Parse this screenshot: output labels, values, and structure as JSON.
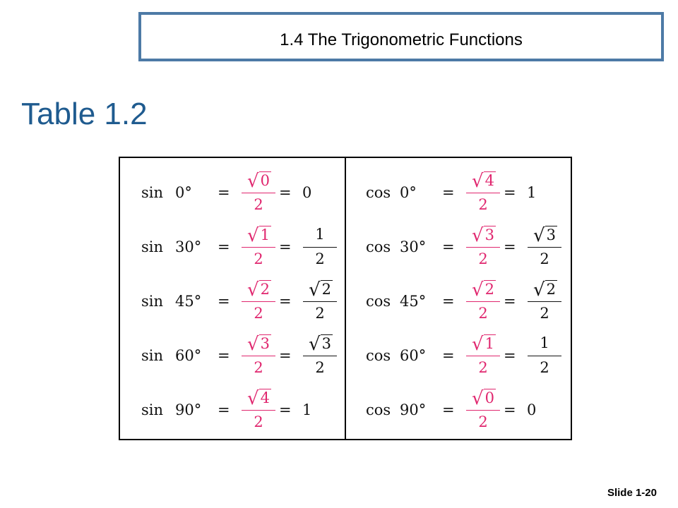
{
  "header": {
    "title": "1.4  The Trigonometric Functions",
    "border_color": "#4d7aa6"
  },
  "page_title": "Table 1.2",
  "accent_color": "#e0266e",
  "title_color": "#1f5b8f",
  "table": {
    "left": [
      {
        "fn": "sin",
        "angle": "0°",
        "mid_num": "0",
        "mid_den": "2",
        "result": {
          "type": "value",
          "text": "0"
        }
      },
      {
        "fn": "sin",
        "angle": "30°",
        "mid_num": "1",
        "mid_den": "2",
        "result": {
          "type": "fraction",
          "num": "1",
          "den": "2"
        }
      },
      {
        "fn": "sin",
        "angle": "45°",
        "mid_num": "2",
        "mid_den": "2",
        "result": {
          "type": "radical",
          "num": "2",
          "den": "2"
        }
      },
      {
        "fn": "sin",
        "angle": "60°",
        "mid_num": "3",
        "mid_den": "2",
        "result": {
          "type": "radical",
          "num": "3",
          "den": "2"
        }
      },
      {
        "fn": "sin",
        "angle": "90°",
        "mid_num": "4",
        "mid_den": "2",
        "result": {
          "type": "value",
          "text": "1"
        }
      }
    ],
    "right": [
      {
        "fn": "cos",
        "angle": "0°",
        "mid_num": "4",
        "mid_den": "2",
        "result": {
          "type": "value",
          "text": "1"
        }
      },
      {
        "fn": "cos",
        "angle": "30°",
        "mid_num": "3",
        "mid_den": "2",
        "result": {
          "type": "radical",
          "num": "3",
          "den": "2"
        }
      },
      {
        "fn": "cos",
        "angle": "45°",
        "mid_num": "2",
        "mid_den": "2",
        "result": {
          "type": "radical",
          "num": "2",
          "den": "2"
        }
      },
      {
        "fn": "cos",
        "angle": "60°",
        "mid_num": "1",
        "mid_den": "2",
        "result": {
          "type": "fraction",
          "num": "1",
          "den": "2"
        }
      },
      {
        "fn": "cos",
        "angle": "90°",
        "mid_num": "0",
        "mid_den": "2",
        "result": {
          "type": "value",
          "text": "0"
        }
      }
    ],
    "equals": "="
  },
  "footer": {
    "slide_number": "Slide 1-20"
  }
}
